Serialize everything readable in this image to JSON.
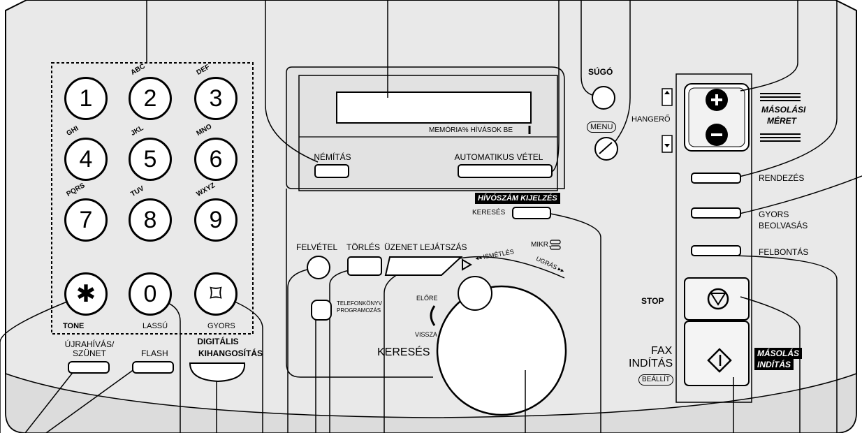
{
  "keypad": {
    "keys": [
      {
        "digit": "1",
        "letters": ""
      },
      {
        "digit": "2",
        "letters": "ABC"
      },
      {
        "digit": "3",
        "letters": "DEF"
      },
      {
        "digit": "4",
        "letters": "GHI"
      },
      {
        "digit": "5",
        "letters": "JKL"
      },
      {
        "digit": "6",
        "letters": "MNO"
      },
      {
        "digit": "7",
        "letters": "PQRS"
      },
      {
        "digit": "8",
        "letters": "TUV"
      },
      {
        "digit": "9",
        "letters": "WXYZ"
      },
      {
        "digit": "✱",
        "letters": ""
      },
      {
        "digit": "0",
        "letters": ""
      },
      {
        "digit": "⌑",
        "letters": ""
      }
    ],
    "tone_label": "TONE",
    "lassu_label": "LASSÚ",
    "gyors_label": "GYORS"
  },
  "left_buttons": {
    "redial_line1": "ÚJRAHÍVÁS/",
    "redial_line2": "SZÜNET",
    "flash": "FLASH",
    "digital_line1": "DIGITÁLIS",
    "digital_line2": "KIHANGOSÍTÁS"
  },
  "display": {
    "memory_label": "MEMÓRIA% HÍVÁSOK BE",
    "mute": "NÉMÍTÁS",
    "auto_receive": "AUTOMATIKUS VÉTEL",
    "caller_id": "HÍVÓSZÁM KIJELZÉS",
    "search_small": "KERESÉS"
  },
  "answering": {
    "record": "FELVÉTEL",
    "delete": "TÖRLÉS",
    "play": "ÜZENET LEJÁTSZÁS",
    "repeat": "◂◂ ISMÉTLÉS",
    "skip": "UGRÁS ▸▸",
    "mic": "MIKR.",
    "phonebook_line1": "TELEFONKÖNYV",
    "phonebook_line2": "PROGRAMOZÁS",
    "forward": "ELŐRE",
    "back": "VISSZA",
    "search_big": "KERESÉS"
  },
  "right": {
    "help": "SÚGÓ",
    "menu": "MENU",
    "volume": "HANGERŐ",
    "copy_size_line1": "MÁSOLÁSI",
    "copy_size_line2": "MÉRET",
    "collate": "RENDEZÉS",
    "quick_scan_line1": "GYORS",
    "quick_scan_line2": "BEOLVASÁS",
    "resolution": "FELBONTÁS",
    "stop": "STOP",
    "fax_line1": "FAX",
    "fax_line2": "INDÍTÁS",
    "set": "BEÁLLÍT",
    "copy_start_line1": "MÁSOLÁS",
    "copy_start_line2": "INDÍTÁS"
  }
}
